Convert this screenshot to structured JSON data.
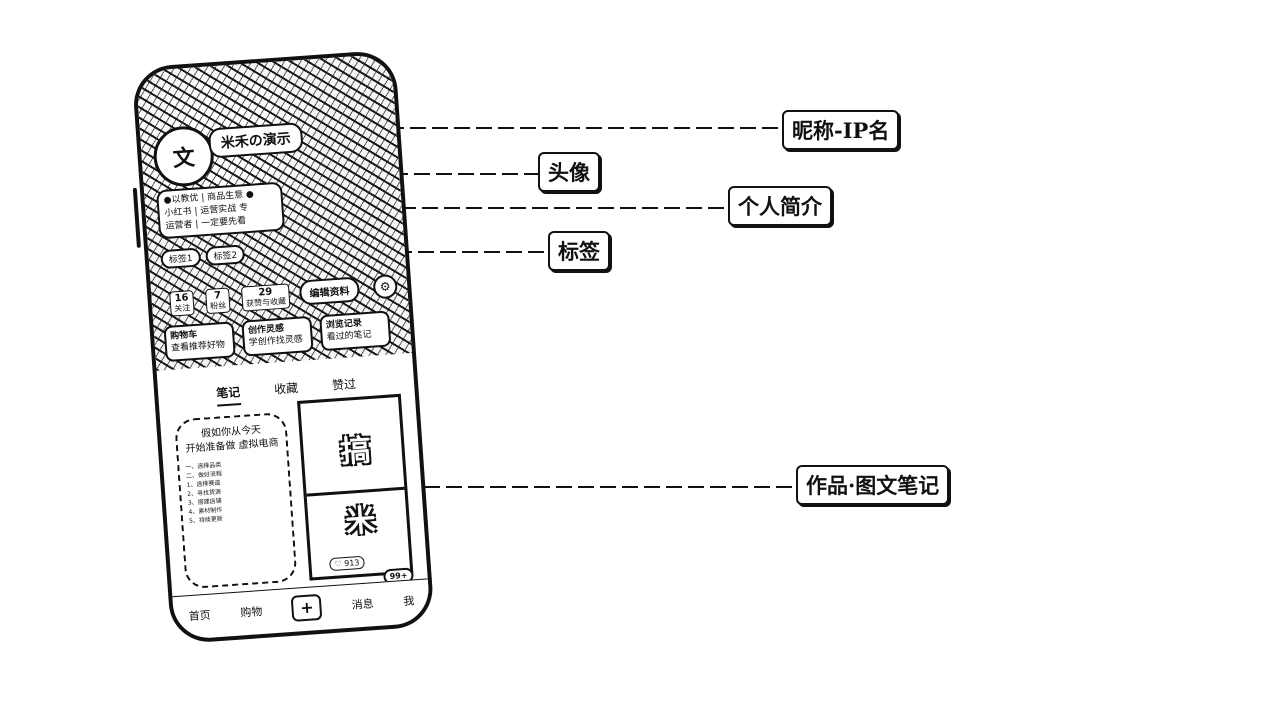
{
  "callouts": {
    "nickname": "昵称-IP名",
    "avatar": "头像",
    "bio": "个人简介",
    "tags": "标签",
    "works": "作品·图文笔记"
  },
  "phone": {
    "avatar_text": "文",
    "nickname": "米禾の演示",
    "bio_lines": [
      "●以教优 | 商品生意 ●",
      "小红书 | 运营实战 专",
      "运营者 | 一定要先看"
    ],
    "tags": [
      "标签1",
      "标签2"
    ],
    "stats": [
      {
        "num": "16",
        "label": "关注"
      },
      {
        "num": "7",
        "label": "粉丝"
      },
      {
        "num": "29",
        "label": "获赞与收藏"
      }
    ],
    "edit_label": "编辑资料",
    "quick": [
      {
        "title": "购物车",
        "sub": "查看推荐好物"
      },
      {
        "title": "创作灵感",
        "sub": "学创作找灵感"
      },
      {
        "title": "浏览记录",
        "sub": "看过的笔记"
      }
    ],
    "tabs": [
      "笔记",
      "收藏",
      "赞过"
    ],
    "note1_title": "假如你从今天\n开始准备做 虚拟电商",
    "note1_lines": [
      "一、选择品类",
      "二、做好流程",
      "1、选择赛道",
      "2、寻找货源",
      "3、搭建店铺",
      "4、素材制作",
      "5、持续更新"
    ],
    "note2_chars": [
      "搞",
      "米"
    ],
    "note2_likes": "♡ 913",
    "nav": [
      "首页",
      "购物",
      "+",
      "消息",
      "我"
    ],
    "msg_badge": "99+"
  }
}
